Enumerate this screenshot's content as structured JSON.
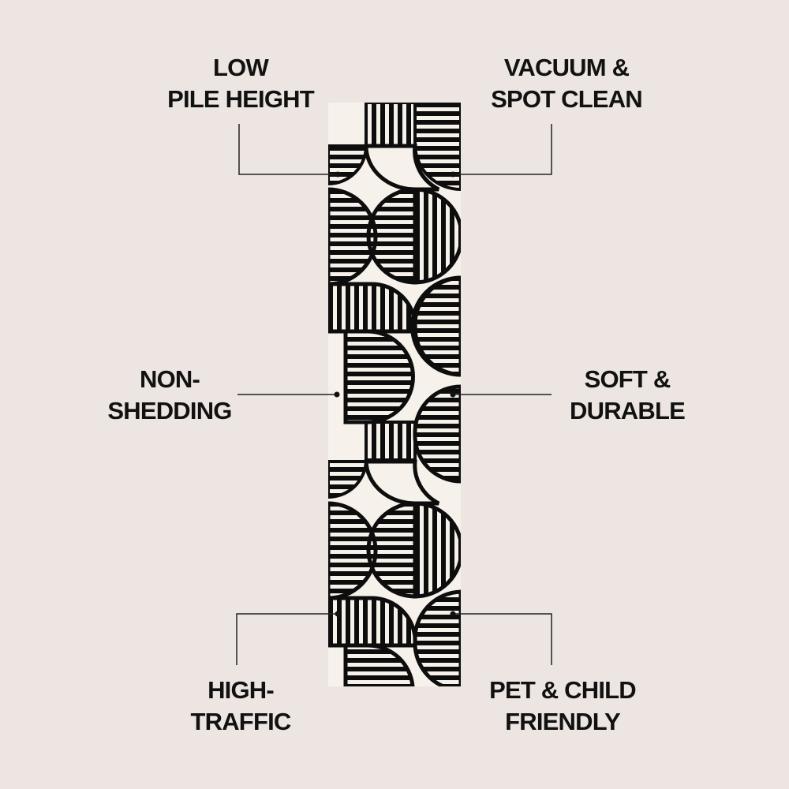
{
  "product_features": {
    "top_left": {
      "lines": [
        "LOW",
        "PILE HEIGHT"
      ]
    },
    "top_right": {
      "lines": [
        "VACUUM &",
        "SPOT CLEAN"
      ]
    },
    "middle_left": {
      "lines": [
        "NON-",
        "SHEDDING"
      ]
    },
    "middle_right": {
      "lines": [
        "SOFT &",
        "DURABLE"
      ]
    },
    "bottom_left": {
      "lines": [
        "HIGH-",
        "TRAFFIC"
      ]
    },
    "bottom_right": {
      "lines": [
        "PET & CHILD",
        "FRIENDLY"
      ]
    }
  },
  "product_image": {
    "subject": "runner rug",
    "pattern": "geometric half-circles with black stripes on ivory",
    "colors": {
      "background": "#ede5e1",
      "rug_base": "#f6f1ea",
      "ink": "#0d0d0d",
      "callout_line": "#222222"
    }
  }
}
